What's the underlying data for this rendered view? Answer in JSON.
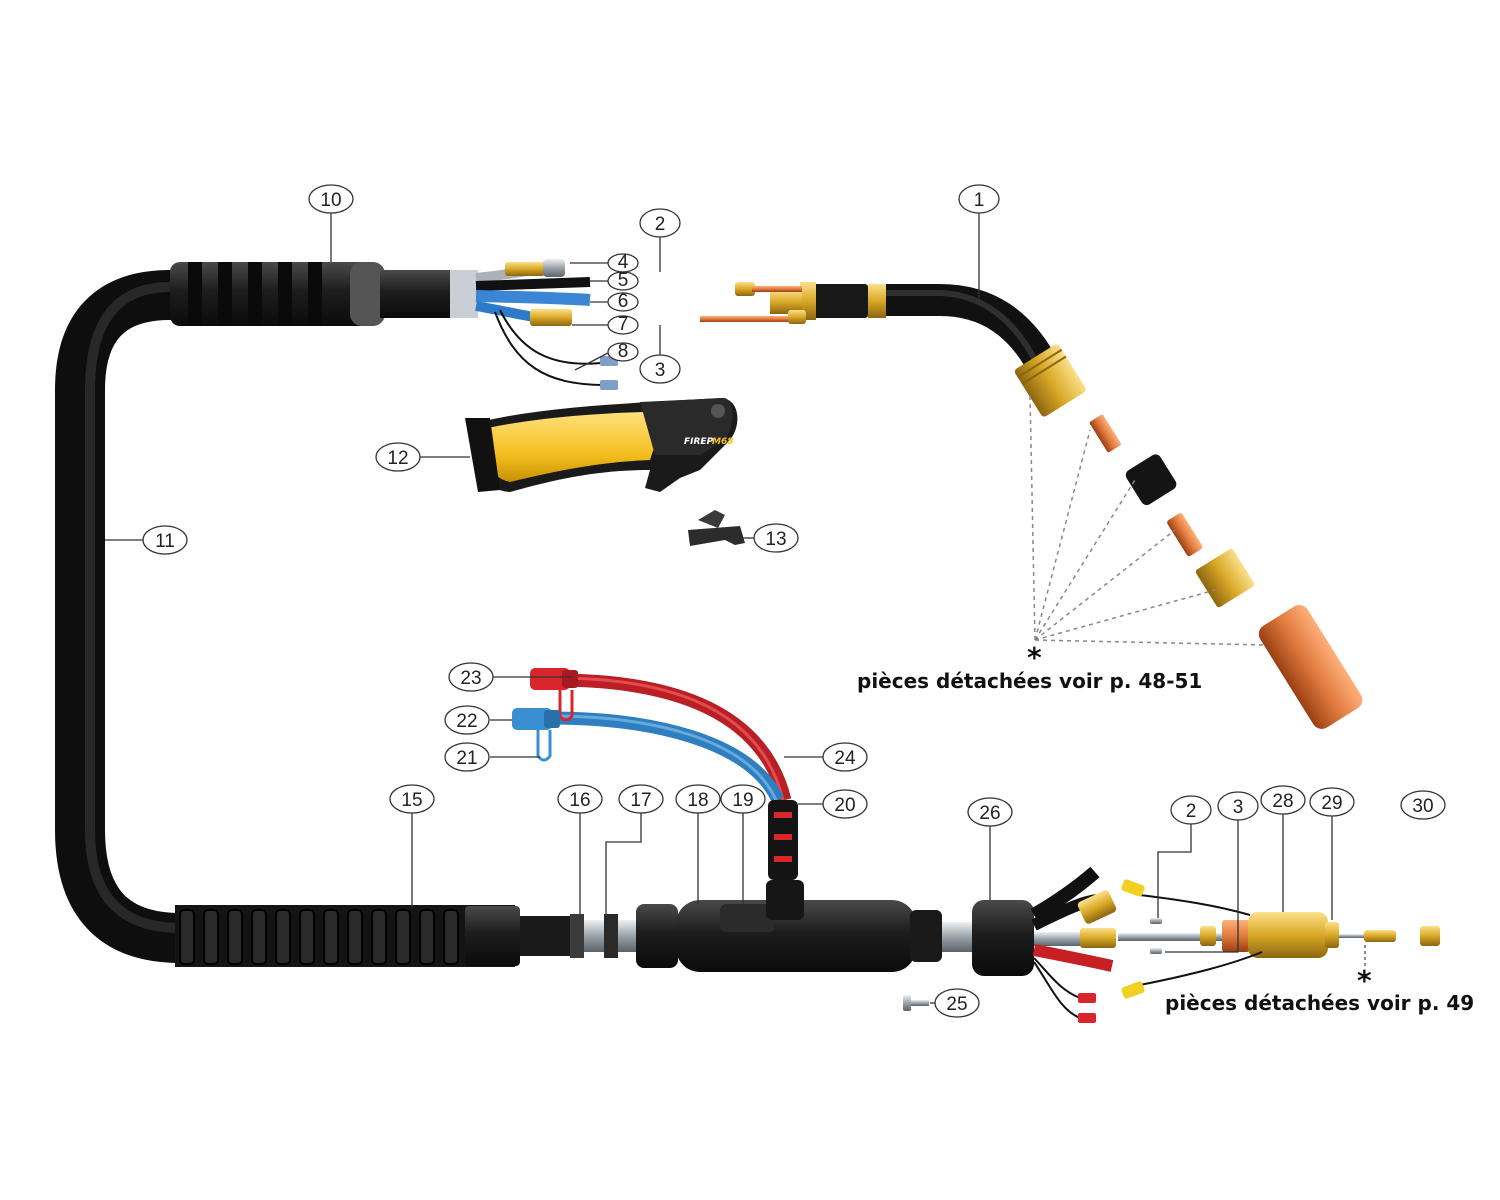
{
  "callouts": [
    {
      "id": "1",
      "label": "1"
    },
    {
      "id": "2",
      "label": "2"
    },
    {
      "id": "3",
      "label": "3"
    },
    {
      "id": "4",
      "label": "4"
    },
    {
      "id": "5",
      "label": "5"
    },
    {
      "id": "6",
      "label": "6"
    },
    {
      "id": "7",
      "label": "7"
    },
    {
      "id": "8",
      "label": "8"
    },
    {
      "id": "10",
      "label": "10"
    },
    {
      "id": "11",
      "label": "11"
    },
    {
      "id": "12",
      "label": "12"
    },
    {
      "id": "13",
      "label": "13"
    },
    {
      "id": "15",
      "label": "15"
    },
    {
      "id": "16",
      "label": "16"
    },
    {
      "id": "17",
      "label": "17"
    },
    {
      "id": "18",
      "label": "18"
    },
    {
      "id": "19",
      "label": "19"
    },
    {
      "id": "20",
      "label": "20"
    },
    {
      "id": "21",
      "label": "21"
    },
    {
      "id": "22",
      "label": "22"
    },
    {
      "id": "23",
      "label": "23"
    },
    {
      "id": "24",
      "label": "24"
    },
    {
      "id": "25",
      "label": "25"
    },
    {
      "id": "26",
      "label": "26"
    },
    {
      "id": "2b",
      "label": "2"
    },
    {
      "id": "3b",
      "label": "3"
    },
    {
      "id": "28",
      "label": "28"
    },
    {
      "id": "29",
      "label": "29"
    },
    {
      "id": "30",
      "label": "30"
    }
  ],
  "notes": {
    "star": "*",
    "torch_parts": "pièces détachées voir p. 48-51",
    "connector_parts": "pièces détachées voir p. 49"
  },
  "handle_brand": {
    "prefix": "FIREP",
    "model": "M68"
  },
  "colors": {
    "cable": "#1c1c1c",
    "brass": "#d9a826",
    "copper": "#e07a3e",
    "handle_yellow": "#f4c020",
    "red_hose": "#d8262c",
    "blue_hose": "#3a8fd0"
  }
}
